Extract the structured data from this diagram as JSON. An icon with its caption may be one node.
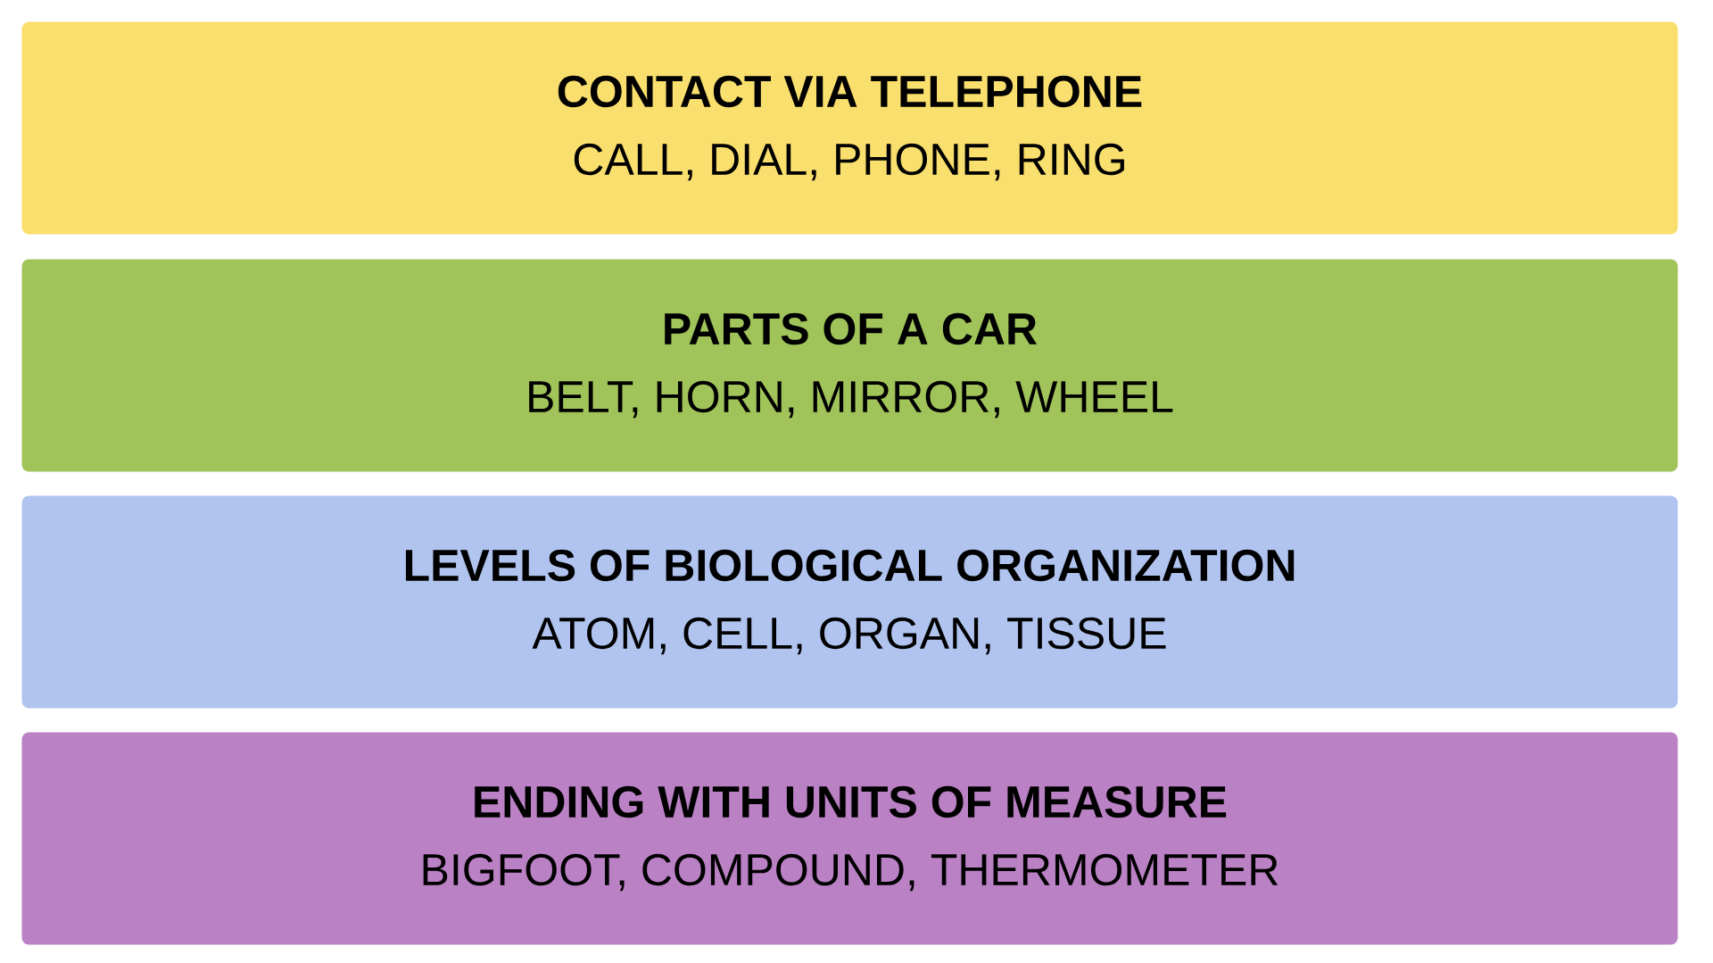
{
  "diagram": {
    "nodes": [
      {
        "text": [
          "CONTACT VIA TELEPHONE",
          "CALL, DIAL, PHONE, RING"
        ]
      },
      {
        "text": [
          "PARTS OF A CAR",
          "BELT, HORN, MIRROR, WHEEL"
        ]
      },
      {
        "text": [
          "LEVELS OF BIOLOGICAL ORGANIZATION",
          "ATOM, CELL, ORGAN, TISSUE"
        ]
      },
      {
        "text": [
          "ENDING WITH UNITS OF MEASURE",
          "BIGFOOT, COMPOUND, THERMOMETER"
        ]
      }
    ]
  }
}
